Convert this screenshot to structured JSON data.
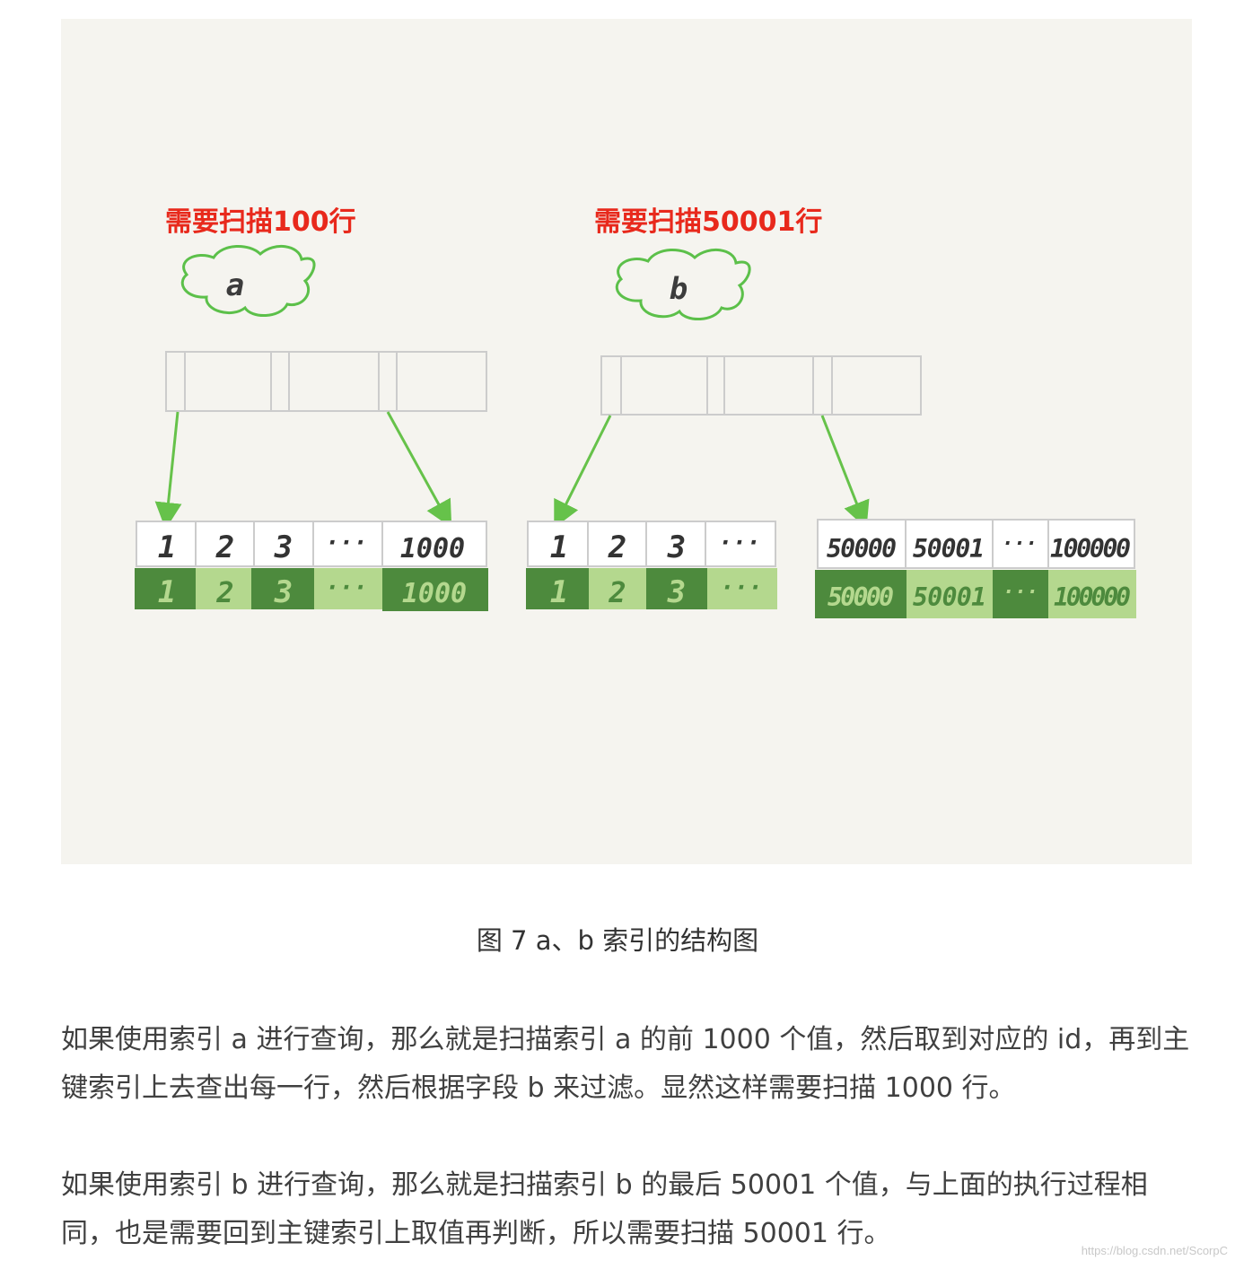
{
  "figure": {
    "left": {
      "scan_label": "需要扫描100行",
      "index_name": "a",
      "top_keys": [
        "1",
        "2",
        "3",
        "···",
        "1000"
      ],
      "bottom_ids": [
        "1",
        "2",
        "3",
        "···",
        "1000"
      ]
    },
    "right": {
      "scan_label": "需要扫描50001行",
      "index_name": "b",
      "first_leaf_keys": [
        "1",
        "2",
        "3",
        "···"
      ],
      "first_leaf_ids": [
        "1",
        "2",
        "3",
        "···"
      ],
      "second_leaf_keys": [
        "50000",
        "50001",
        "···",
        "100000"
      ],
      "second_leaf_ids": [
        "50000",
        "50001",
        "···",
        "100000"
      ]
    },
    "colors": {
      "label_red": "#e8291c",
      "cloud_green": "#5cc04a",
      "arrow_green": "#66c24a",
      "dark_cell": "#4d8a3d",
      "light_cell": "#b4d88e",
      "background": "#f5f4ef"
    }
  },
  "caption": "图 7 a、b 索引的结构图",
  "paragraphs": [
    "如果使用索引 a 进行查询，那么就是扫描索引 a 的前 1000 个值，然后取到对应的 id，再到主键索引上去查出每一行，然后根据字段 b 来过滤。显然这样需要扫描 1000 行。",
    "如果使用索引 b 进行查询，那么就是扫描索引 b 的最后 50001 个值，与上面的执行过程相同，也是需要回到主键索引上取值再判断，所以需要扫描 50001 行。"
  ],
  "watermark": "https://blog.csdn.net/ScorpC"
}
